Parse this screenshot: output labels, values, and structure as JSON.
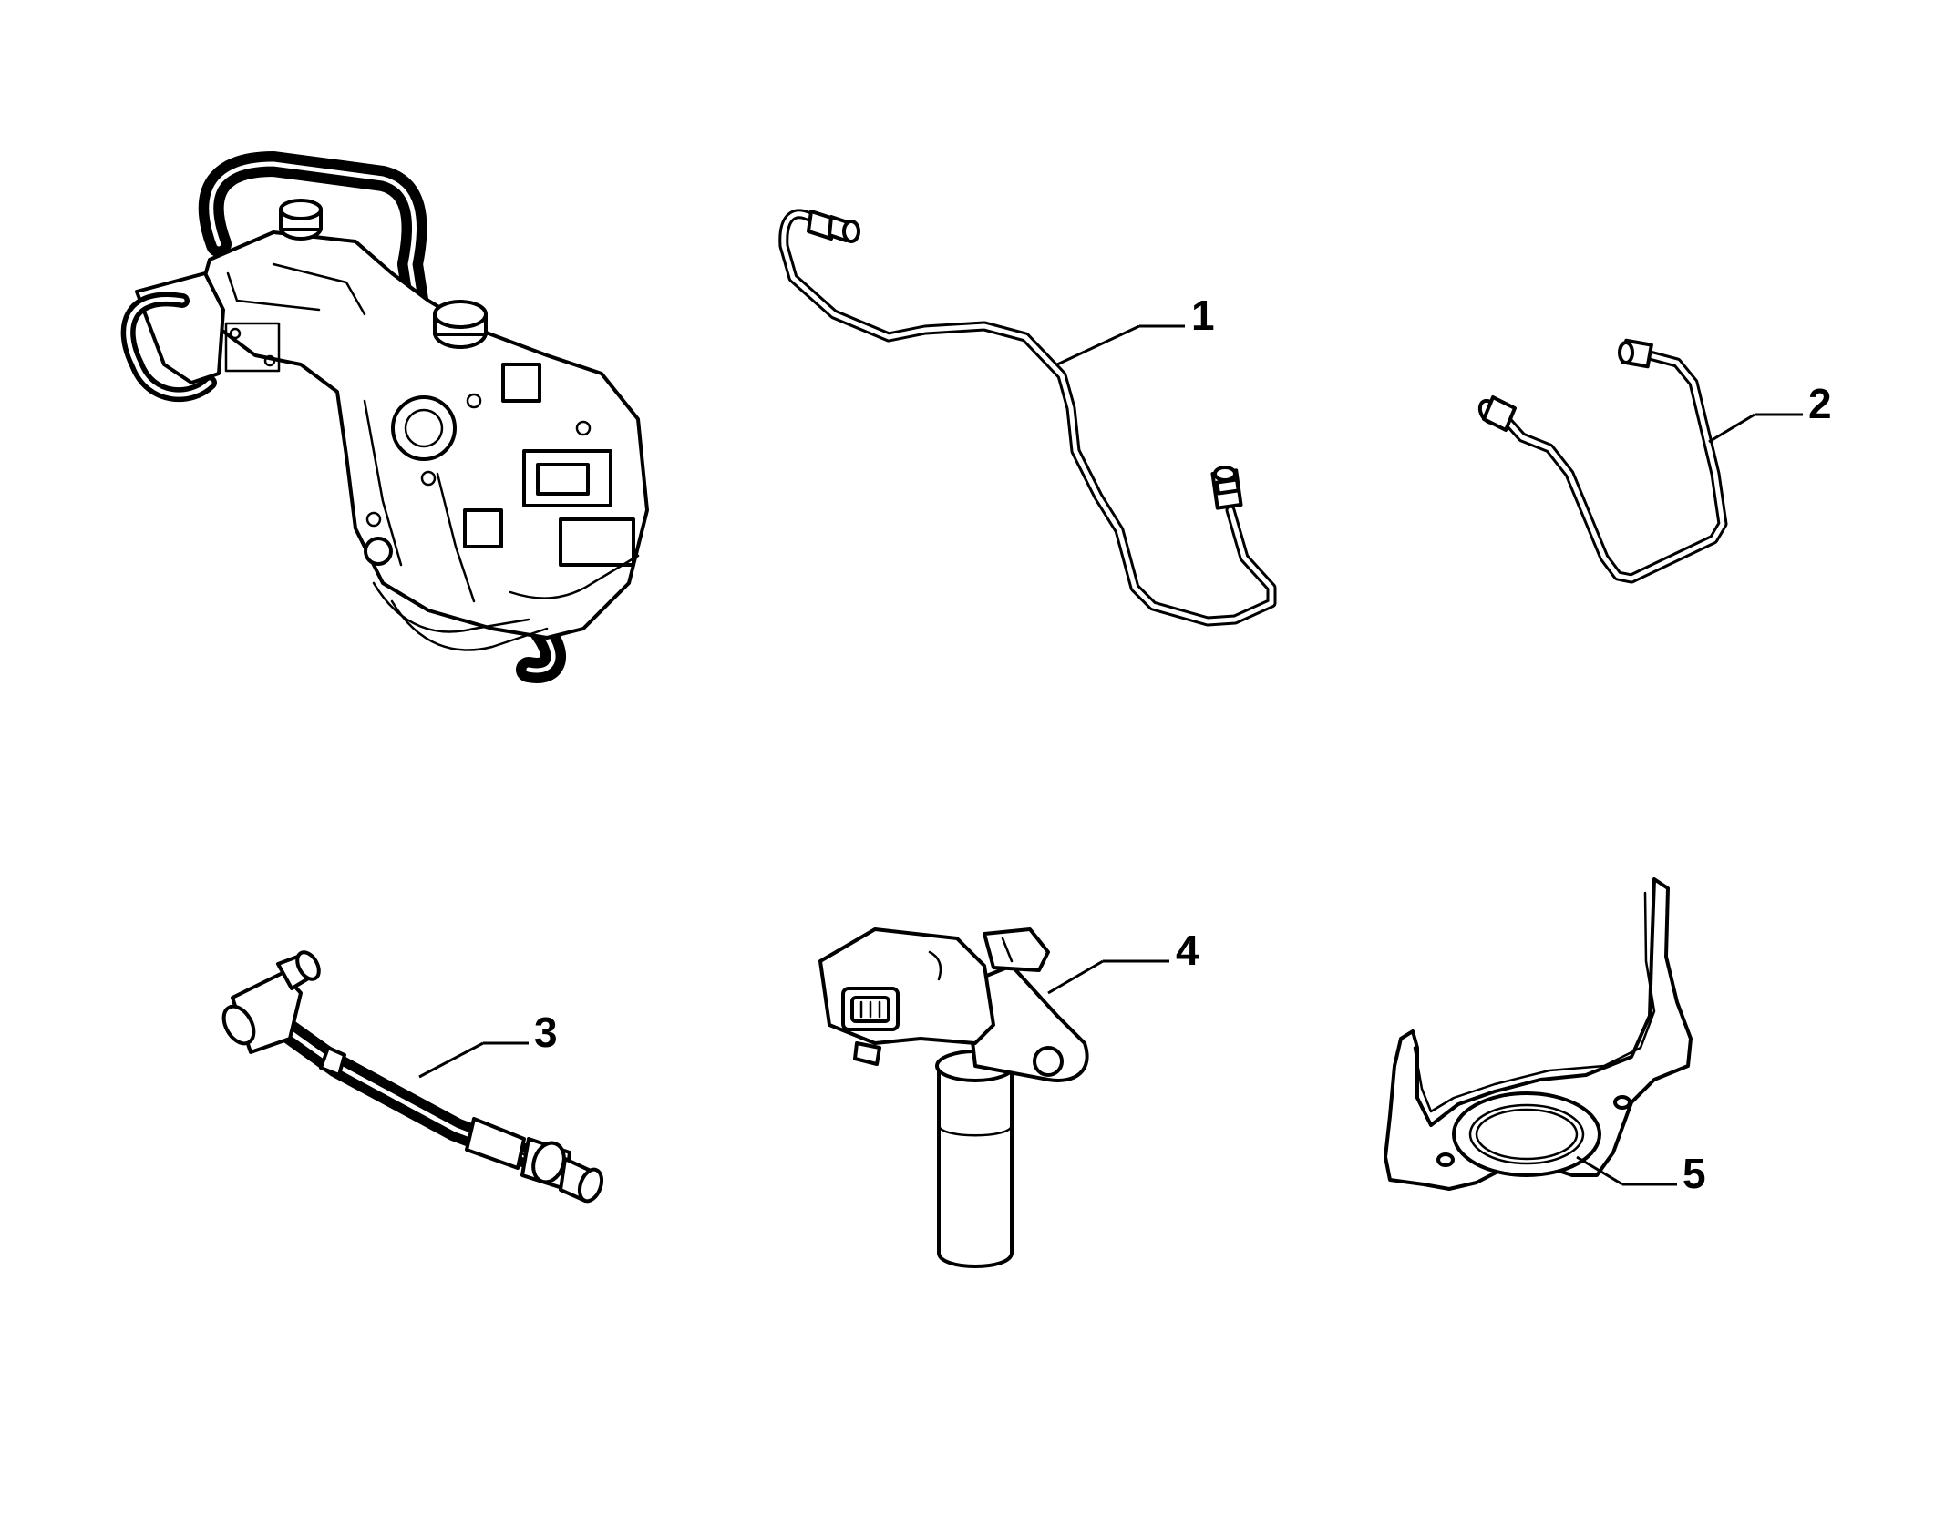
{
  "diagram": {
    "background": "#ffffff",
    "ink_color": "#000000",
    "parts": [
      {
        "id": "pump-assembly",
        "label": ""
      },
      {
        "id": "pipe-1",
        "label": "1"
      },
      {
        "id": "pipe-2",
        "label": "2"
      },
      {
        "id": "pipe-3",
        "label": "3"
      },
      {
        "id": "sensor-4",
        "label": "4"
      },
      {
        "id": "bracket-5",
        "label": "5"
      }
    ]
  }
}
